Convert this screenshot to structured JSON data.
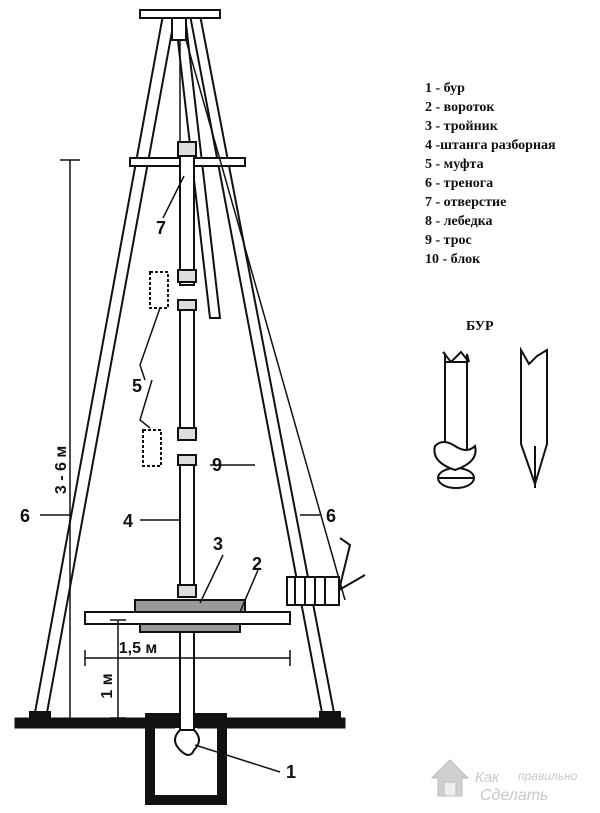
{
  "legend": {
    "items": [
      "1 - бур",
      "2 - вороток",
      "3 - тройник",
      "4 -штанга разборная",
      "5 - муфта",
      "6 - тренога",
      "7 - отверстие",
      "8 - лебедка",
      "9 - трос",
      "10 - блок"
    ]
  },
  "drill_title": "БУР",
  "callouts": {
    "n1": "1",
    "n2": "2",
    "n3": "3",
    "n4": "4",
    "n5": "5",
    "n6_left": "6",
    "n6_right": "6",
    "n7": "7",
    "n9": "9"
  },
  "dimensions": {
    "height": "3 - 6 м",
    "width": "1,5 м",
    "platform": "1 м"
  },
  "watermark": {
    "line1": "Как",
    "line2": "правильно",
    "line3": "Сделать"
  }
}
